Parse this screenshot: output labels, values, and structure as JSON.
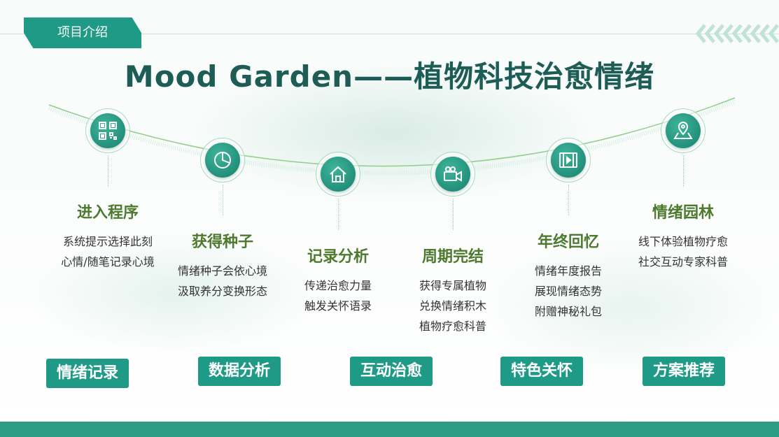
{
  "header": {
    "tag_label": "项目介绍"
  },
  "title": "Mood Garden——植物科技治愈情绪",
  "steps": [
    {
      "label": "进入程序",
      "icon": "qr-code-icon",
      "lines": [
        "系统提示选择此刻",
        "心情/随笔记录心境"
      ]
    },
    {
      "label": "获得种子",
      "icon": "pie-chart-icon",
      "lines": [
        "情绪种子会依心境",
        "汲取养分变换形态"
      ]
    },
    {
      "label": "记录分析",
      "icon": "home-icon",
      "lines": [
        "传递治愈力量",
        "触发关怀语录"
      ]
    },
    {
      "label": "周期完结",
      "icon": "video-camera-icon",
      "lines": [
        "获得专属植物",
        "兑换情绪积木",
        "植物疗愈科普"
      ]
    },
    {
      "label": "年终回忆",
      "icon": "film-icon",
      "lines": [
        "情绪年度报告",
        "展现情绪态势",
        "附赠神秘礼包"
      ]
    },
    {
      "label": "情绪园林",
      "icon": "map-pin-icon",
      "lines": [
        "线下体验植物疗愈",
        "社交互动专家科普"
      ]
    }
  ],
  "buttons": [
    "情绪记录",
    "数据分析",
    "互动治愈",
    "特色关怀",
    "方案推荐"
  ],
  "colors": {
    "accent": "#1f9a86",
    "label_green": "#4d7a2e",
    "title": "#1d5d56"
  }
}
